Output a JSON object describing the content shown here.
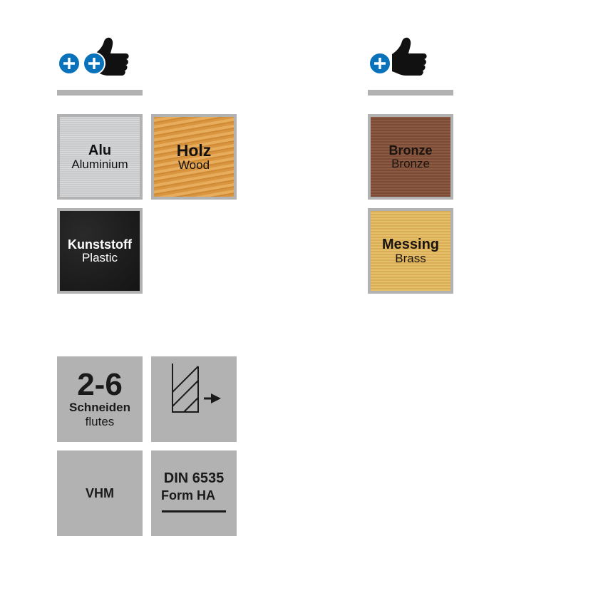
{
  "ratings": {
    "left": {
      "label": "++",
      "plus_count": 2
    },
    "right": {
      "label": "+",
      "plus_count": 1
    }
  },
  "colors": {
    "plus_blue": "#0a72bb",
    "bar_gray": "#b2b2b2"
  },
  "materials_very_suitable": [
    {
      "name_de": "Alu",
      "name_en": "Aluminium"
    },
    {
      "name_de": "Holz",
      "name_en": "Wood"
    },
    {
      "name_de": "Kunststoff",
      "name_en": "Plastic"
    }
  ],
  "materials_suitable": [
    {
      "name_de": "Bronze",
      "name_en": "Bronze"
    },
    {
      "name_de": "Messing",
      "name_en": "Brass"
    }
  ],
  "specs": {
    "flutes_value": "2-6",
    "flutes_de": "Schneiden",
    "flutes_en": "flutes",
    "material": "VHM",
    "standard_line1": "DIN 6535",
    "standard_line2": "Form HA"
  }
}
